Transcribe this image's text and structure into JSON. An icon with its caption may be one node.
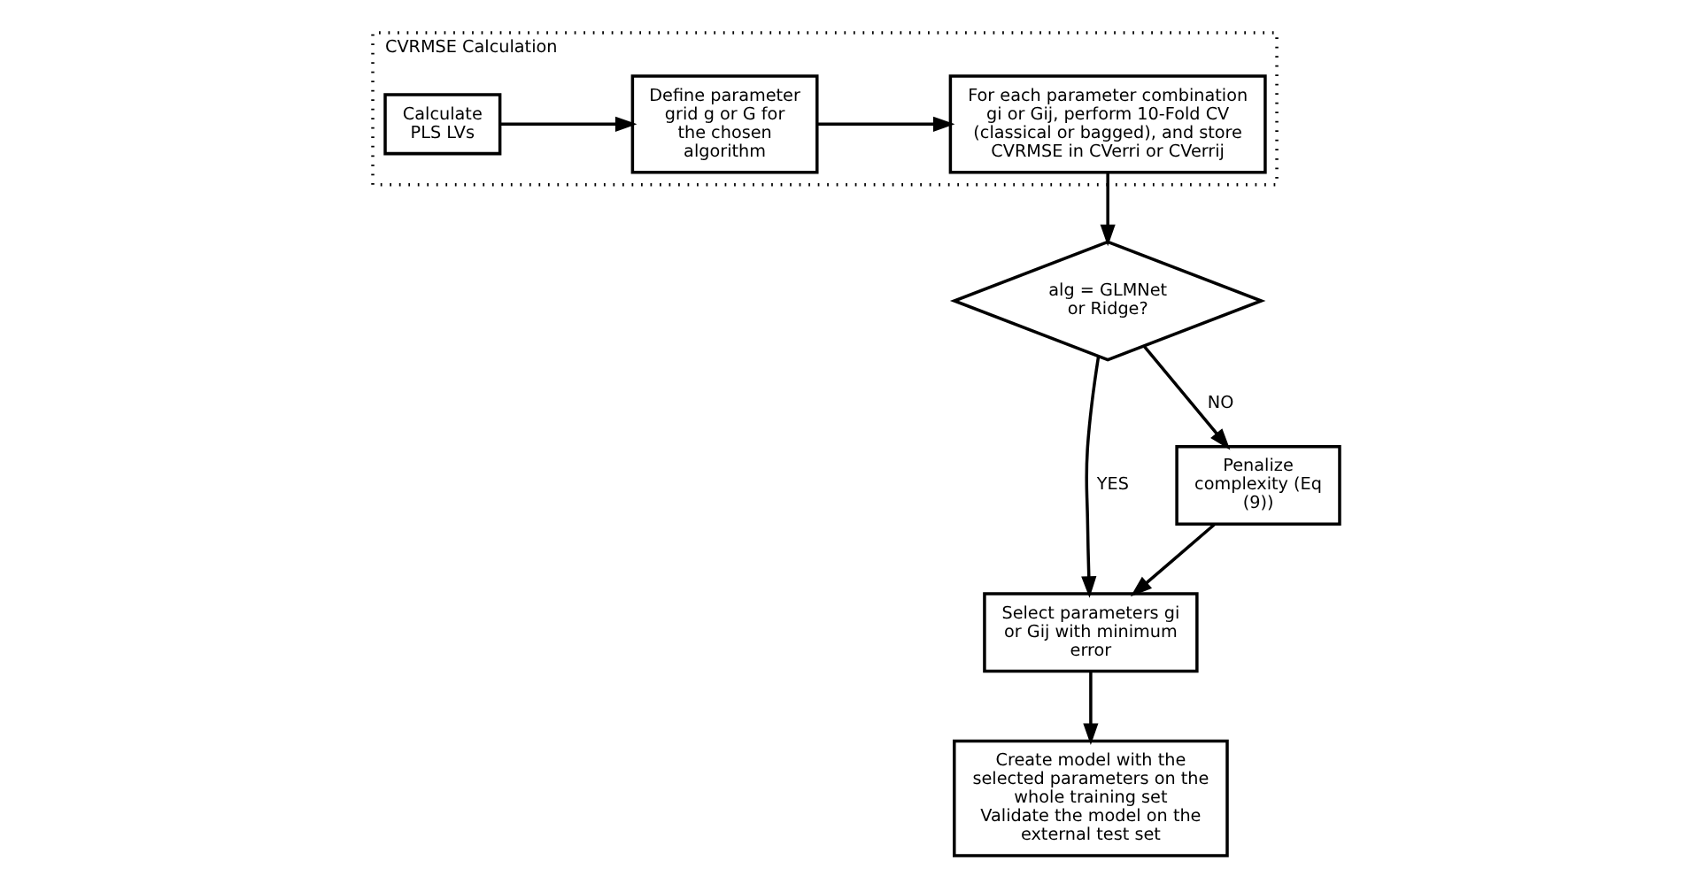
{
  "diagram": {
    "nodes": [
      {
        "text": [
          "CVRMSE Calculation"
        ]
      },
      {
        "text": [
          "Calculate PLS LVs"
        ],
        "in": 0
      },
      {
        "text": [
          "Define parameter grid g or G for the chosen algorithm"
        ],
        "in": 0
      },
      {
        "text": [
          "For each parameter combination gi or Gij, perform 10-Fold CV (classical or bagged), and store CVRMSE in CVerri or CVerrij"
        ],
        "in": 0
      },
      {
        "text": [
          "alg = GLMNet or Ridge?"
        ]
      },
      {
        "text": [
          "Select parameters gi or Gij with minimum error"
        ]
      },
      {
        "text": [
          "Create model with the selected parameters on the whole training set",
          "Validate the model on the external test set"
        ]
      },
      {
        "text": [
          "Penalize complexity (Eq (9))"
        ]
      }
    ],
    "edges": [
      {
        "from": 1,
        "to": 2,
        "arrow": "to"
      },
      {
        "from": 2,
        "to": 3,
        "arrow": "to"
      },
      {
        "from": 3,
        "to": 4,
        "arrow": "to"
      },
      {
        "from": 4,
        "to": 5,
        "arrow": "to",
        "label": "YES"
      },
      {
        "from": 5,
        "to": 6,
        "arrow": "to"
      },
      {
        "from": 4,
        "to": 7,
        "arrow": "to",
        "label": "NO"
      },
      {
        "from": 7,
        "to": 5,
        "arrow": "to"
      }
    ]
  }
}
